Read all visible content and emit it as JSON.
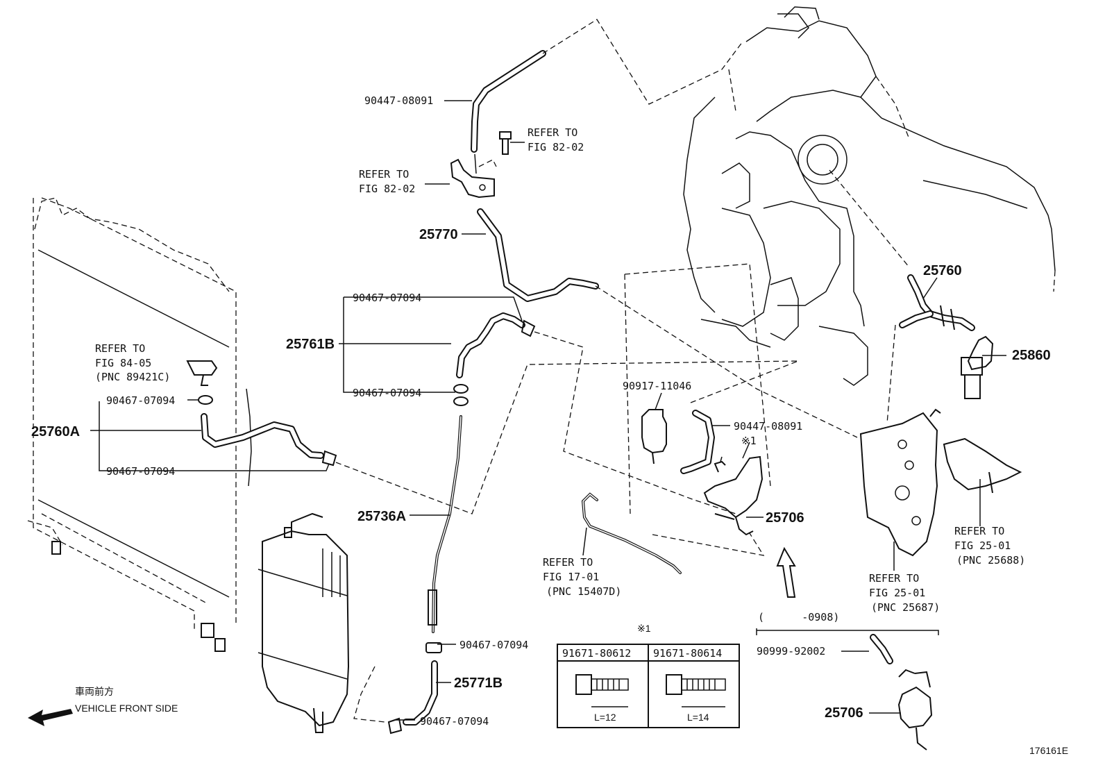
{
  "figure_id": "176161E",
  "front_side": {
    "jp": "車両前方",
    "en": "VEHICLE FRONT SIDE"
  },
  "callouts": {
    "p25770": "25770",
    "p25760": "25760",
    "p25760A": "25760A",
    "p25761B": "25761B",
    "p25736A": "25736A",
    "p25771B": "25771B",
    "p25706": "25706",
    "p25706b": "25706",
    "p25860": "25860",
    "c9044708091a": "90447-08091",
    "c9044708091b": "90447-08091",
    "c9091711046": "90917-11046",
    "c9046707094a": "90467-07094",
    "c9046707094b": "90467-07094",
    "c9046707094c": "90467-07094",
    "c9046707094d": "90467-07094",
    "c9046707094e": "90467-07094",
    "c9046707094f": "90467-07094",
    "c9099992002": "90999-92002",
    "mark1": "※1"
  },
  "refs": {
    "r8202a": {
      "l1": "REFER TO",
      "l2": "FIG 82-02"
    },
    "r8202b": {
      "l1": "REFER TO",
      "l2": "FIG 82-02"
    },
    "r8405": {
      "l1": "REFER TO",
      "l2": "FIG 84-05",
      "l3": "(PNC 89421C)"
    },
    "r1701": {
      "l1": "REFER TO",
      "l2": "FIG 17-01",
      "l3": "(PNC 15407D)"
    },
    "r2501a": {
      "l1": "REFER TO",
      "l2": "FIG 25-01",
      "l3": "(PNC 25687)"
    },
    "r2501b": {
      "l1": "REFER TO",
      "l2": "FIG 25-01",
      "l3": "(PNC 25688)"
    }
  },
  "date_range": "(      -0908)",
  "bolt_table": {
    "note": "※1",
    "col1": "91671-80612",
    "col2": "91671-80614",
    "len1": "L=12",
    "len2": "L=14"
  },
  "colors": {
    "ink": "#111111",
    "paper": "#ffffff"
  }
}
